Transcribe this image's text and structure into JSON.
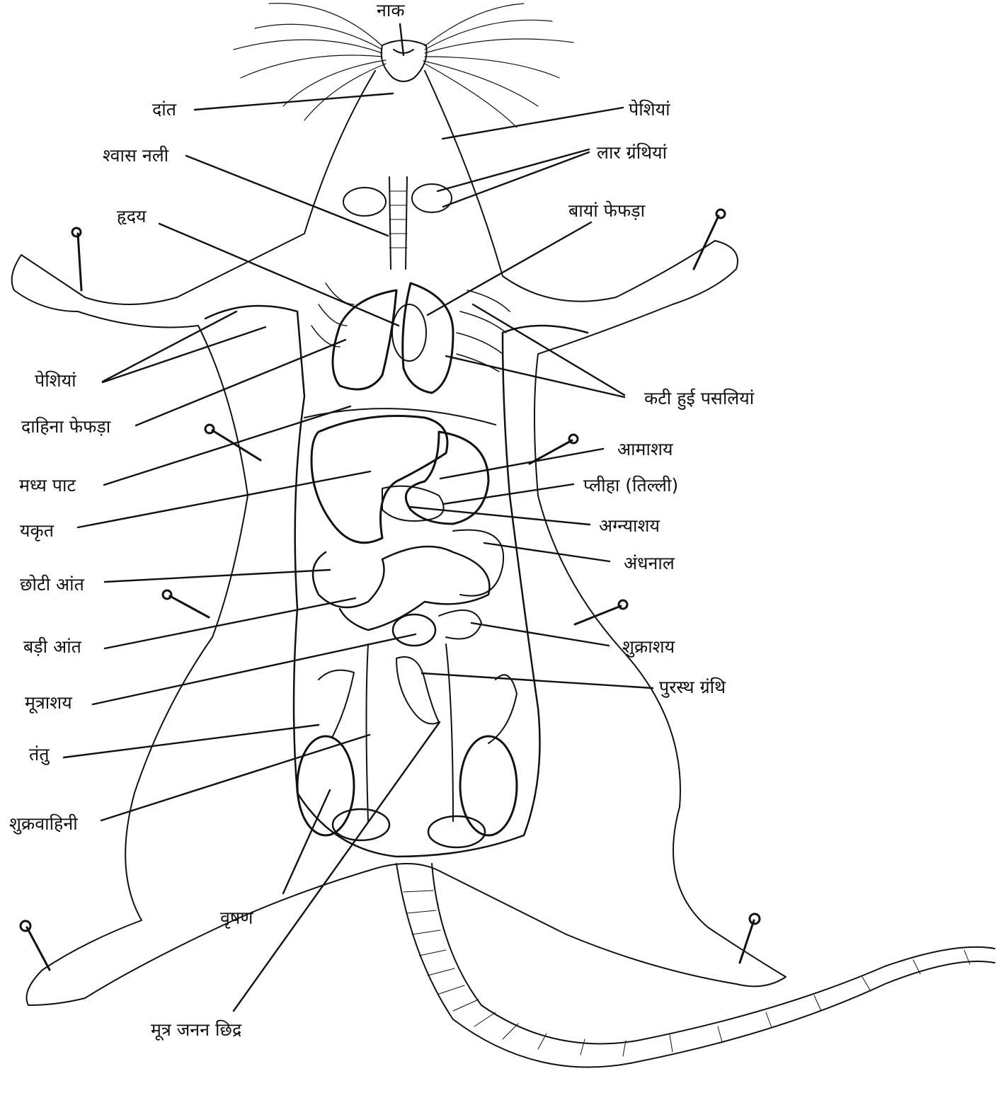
{
  "labels": {
    "naak": "नाक",
    "daant": "दांत",
    "peshiyan_top": "पेशियां",
    "shwas_nali": "श्वास नली",
    "laar_granthiyan": "लार ग्रंथियां",
    "hriday": "हृदय",
    "bayan_phephda": "बायां फेफड़ा",
    "peshiyan_left": "पेशियां",
    "kati_pasliyan": "कटी हुई पसलियां",
    "dahina_phephda": "दाहिना फेफड़ा",
    "aamashay": "आमाशय",
    "madhya_paat": "मध्य पाट",
    "pliha": "प्लीहा (तिल्ली)",
    "yakrit": "यकृत",
    "agnyashay": "अग्न्याशय",
    "andhnal": "अंधनाल",
    "chhoti_aant": "छोटी आंत",
    "shukrashay": "शुक्राशय",
    "badi_aant": "बड़ी आंत",
    "pursth_granthi": "पुरस्थ ग्रंथि",
    "mutrashay": "मूत्राशय",
    "tantu": "तंतु",
    "shukravahini": "शुक्रवाहिनी",
    "vrishan": "वृषण",
    "mutra_janan_chhidra": "मूत्र जनन छिद्र"
  },
  "colors": {
    "ink": "#111111",
    "paper": "#ffffff"
  }
}
